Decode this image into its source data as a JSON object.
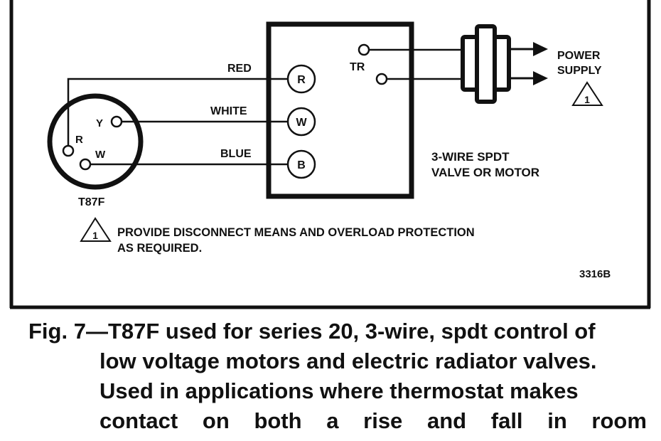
{
  "diagram": {
    "thermostat": {
      "model": "T87F",
      "terminals": [
        "R",
        "Y",
        "W"
      ]
    },
    "wires": [
      {
        "color_label": "RED",
        "terminal": "R"
      },
      {
        "color_label": "WHITE",
        "terminal": "W"
      },
      {
        "color_label": "BLUE",
        "terminal": "B"
      }
    ],
    "device": {
      "terminal_label": "TR",
      "label_line1": "3-WIRE SPDT",
      "label_line2": "VALVE OR MOTOR"
    },
    "power_supply": {
      "label_line1": "POWER",
      "label_line2": "SUPPLY",
      "note_marker": "1"
    },
    "note": {
      "marker": "1",
      "line1": "PROVIDE DISCONNECT MEANS AND OVERLOAD PROTECTION",
      "line2": "AS REQUIRED."
    },
    "drawing_number": "3316B"
  },
  "caption": {
    "line1": "Fig.  7—T87F used for series 20, 3-wire, spdt control of",
    "line2": "low voltage motors and electric radiator valves.",
    "line3": "Used in applications where thermostat makes",
    "line4_words": [
      "contact",
      "on",
      "both",
      "a",
      "rise",
      "and",
      "fall",
      "in",
      "room"
    ]
  }
}
